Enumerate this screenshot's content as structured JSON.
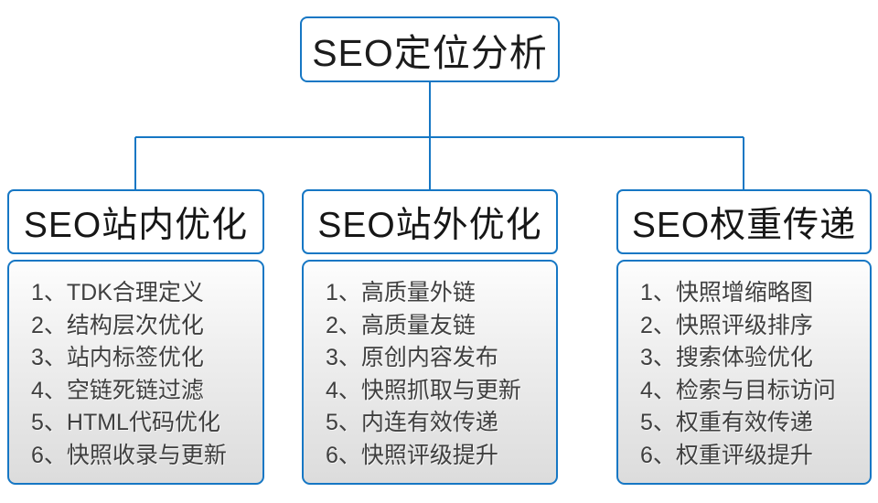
{
  "diagram": {
    "root": {
      "title": "SEO定位分析"
    },
    "columns": [
      {
        "title": "SEO站内优化",
        "items": [
          "1、TDK合理定义",
          "2、结构层次优化",
          "3、站内标签优化",
          "4、空链死链过滤",
          "5、HTML代码优化",
          "6、快照收录与更新"
        ]
      },
      {
        "title": "SEO站外优化",
        "items": [
          "1、高质量外链",
          "2、高质量友链",
          "3、原创内容发布",
          "4、快照抓取与更新",
          "5、内连有效传递",
          "6、快照评级提升"
        ]
      },
      {
        "title": "SEO权重传递",
        "items": [
          "1、快照增缩略图",
          "2、快照评级排序",
          "3、搜索体验优化",
          "4、检索与目标访问",
          "5、权重有效传递",
          "6、权重评级提升"
        ]
      }
    ],
    "colors": {
      "accent_blue": "#1677c4",
      "header_text": "#161616",
      "item_text": "#3f3f3f",
      "panel_top": "#fdfdfd",
      "panel_bottom": "#dcdcdc"
    }
  }
}
